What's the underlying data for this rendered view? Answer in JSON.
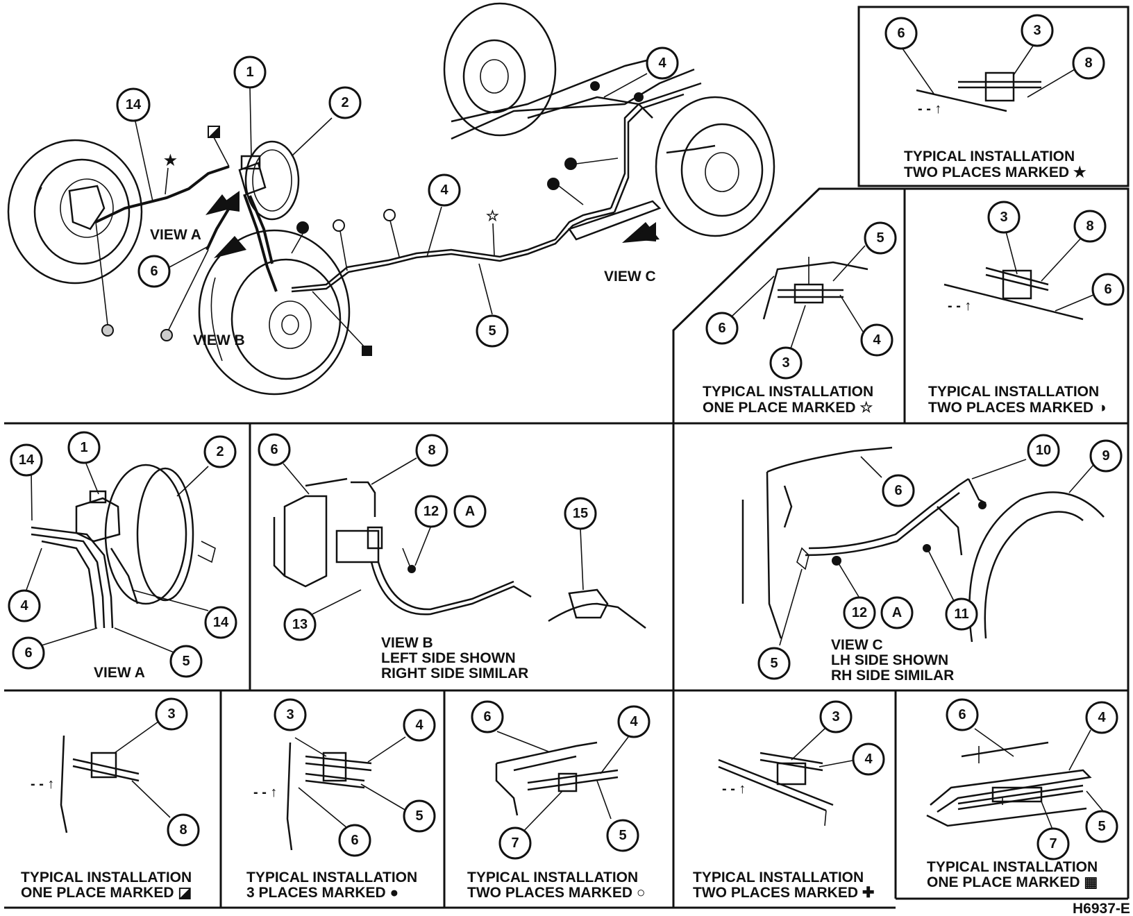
{
  "callouts": {
    "main": [
      "1",
      "2",
      "14",
      "4",
      "4",
      "5",
      "6"
    ],
    "viewA": [
      "14",
      "1",
      "2",
      "4",
      "14",
      "6",
      "5"
    ],
    "viewB": [
      "6",
      "8",
      "12",
      "13",
      "15"
    ],
    "viewB_flag": "A",
    "viewC": [
      "10",
      "9",
      "6",
      "12",
      "11",
      "5"
    ],
    "viewC_flag": "A",
    "tr1": [
      "6",
      "3",
      "8"
    ],
    "mr1": [
      "5",
      "6",
      "4",
      "3"
    ],
    "mr2": [
      "3",
      "8",
      "6"
    ],
    "b1": [
      "3",
      "8"
    ],
    "b2": [
      "3",
      "4",
      "5",
      "6"
    ],
    "b3": [
      "6",
      "4",
      "7",
      "5"
    ],
    "b4": [
      "3",
      "4"
    ],
    "b5": [
      "6",
      "4",
      "7",
      "5"
    ]
  },
  "labels": {
    "view_a": "VIEW A",
    "view_b": "VIEW B",
    "view_c": "VIEW C",
    "viewA_caption": "VIEW A",
    "viewB_caption_1": "VIEW B",
    "viewB_caption_2": "LEFT SIDE SHOWN",
    "viewB_caption_3": "RIGHT SIDE SIMILAR",
    "viewC_caption_1": "VIEW C",
    "viewC_caption_2": "LH SIDE SHOWN",
    "viewC_caption_3": "RH SIDE SIMILAR"
  },
  "panels": {
    "tr1_line1": "TYPICAL INSTALLATION",
    "tr1_line2": "TWO PLACES MARKED",
    "tr1_symbol": "★",
    "mr1_line1": "TYPICAL INSTALLATION",
    "mr1_line2": "ONE PLACE MARKED",
    "mr1_symbol": "☆",
    "mr2_line1": "TYPICAL INSTALLATION",
    "mr2_line2": "TWO PLACES MARKED",
    "mr2_symbol": "◑",
    "b1_line1": "TYPICAL INSTALLATION",
    "b1_line2": "ONE PLACE MARKED",
    "b1_symbol": "◪",
    "b2_line1": "TYPICAL INSTALLATION",
    "b2_line2": "3 PLACES MARKED",
    "b2_symbol": "●",
    "b3_line1": "TYPICAL INSTALLATION",
    "b3_line2": "TWO PLACES MARKED",
    "b3_symbol": "○",
    "b4_line1": "TYPICAL INSTALLATION",
    "b4_line2": "TWO PLACES MARKED",
    "b4_symbol": "✚",
    "b5_line1": "TYPICAL INSTALLATION",
    "b5_line2": "ONE PLACE MARKED",
    "b5_symbol": "▦"
  },
  "figure_id": "H6937-E"
}
